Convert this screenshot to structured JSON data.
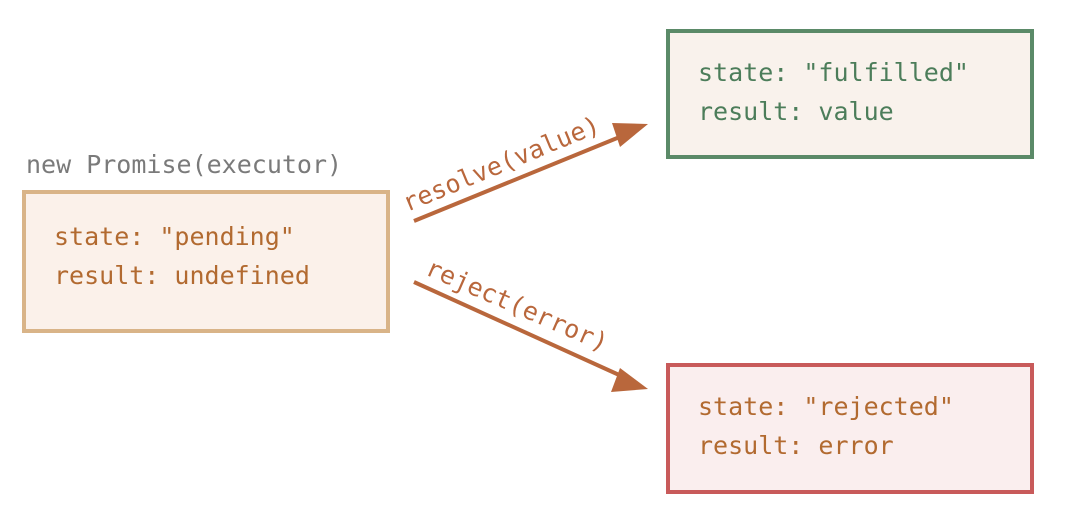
{
  "caption": "new Promise(executor)",
  "pending": {
    "state_line": "state: \"pending\"",
    "result_line": "result: undefined"
  },
  "fulfilled": {
    "state_line": "state: \"fulfilled\"",
    "result_line": "result: value"
  },
  "rejected": {
    "state_line": "state: \"rejected\"",
    "result_line": "result: error"
  },
  "transitions": {
    "resolve_label": "resolve(value)",
    "reject_label": "reject(error)"
  },
  "colors": {
    "arrow": "#b9673c",
    "pending_border": "#d9b488",
    "fulfilled_border": "#5b8a68",
    "rejected_border": "#c85a5a",
    "caption": "#7a7a7a"
  }
}
